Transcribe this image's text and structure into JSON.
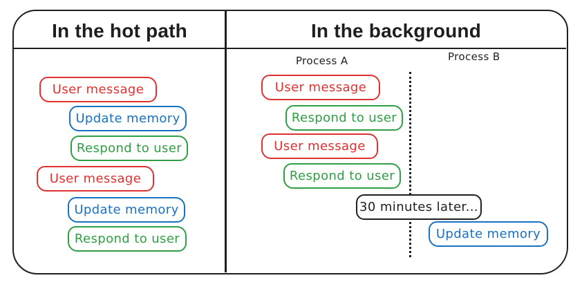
{
  "colors": {
    "red": "#e03131",
    "green": "#2f9e44",
    "blue": "#1971c2",
    "black": "#1e1e1e"
  },
  "left_panel": {
    "title": "In the hot path",
    "boxes": [
      {
        "label": "User message",
        "color": "red"
      },
      {
        "label": "Update memory",
        "color": "blue"
      },
      {
        "label": "Respond to user",
        "color": "green"
      },
      {
        "label": "User message",
        "color": "red"
      },
      {
        "label": "Update memory",
        "color": "blue"
      },
      {
        "label": "Respond to user",
        "color": "green"
      }
    ]
  },
  "right_panel": {
    "title": "In the background",
    "columns": [
      {
        "label": "Process A"
      },
      {
        "label": "Process B"
      }
    ],
    "boxes": [
      {
        "label": "User message",
        "color": "red",
        "column": "Process A"
      },
      {
        "label": "Respond to user",
        "color": "green",
        "column": "Process A"
      },
      {
        "label": "User message",
        "color": "red",
        "column": "Process A"
      },
      {
        "label": "Respond to user",
        "color": "green",
        "column": "Process A"
      },
      {
        "label": "30 minutes later...",
        "color": "black",
        "column": "between"
      },
      {
        "label": "Update memory",
        "color": "blue",
        "column": "Process B"
      }
    ]
  }
}
